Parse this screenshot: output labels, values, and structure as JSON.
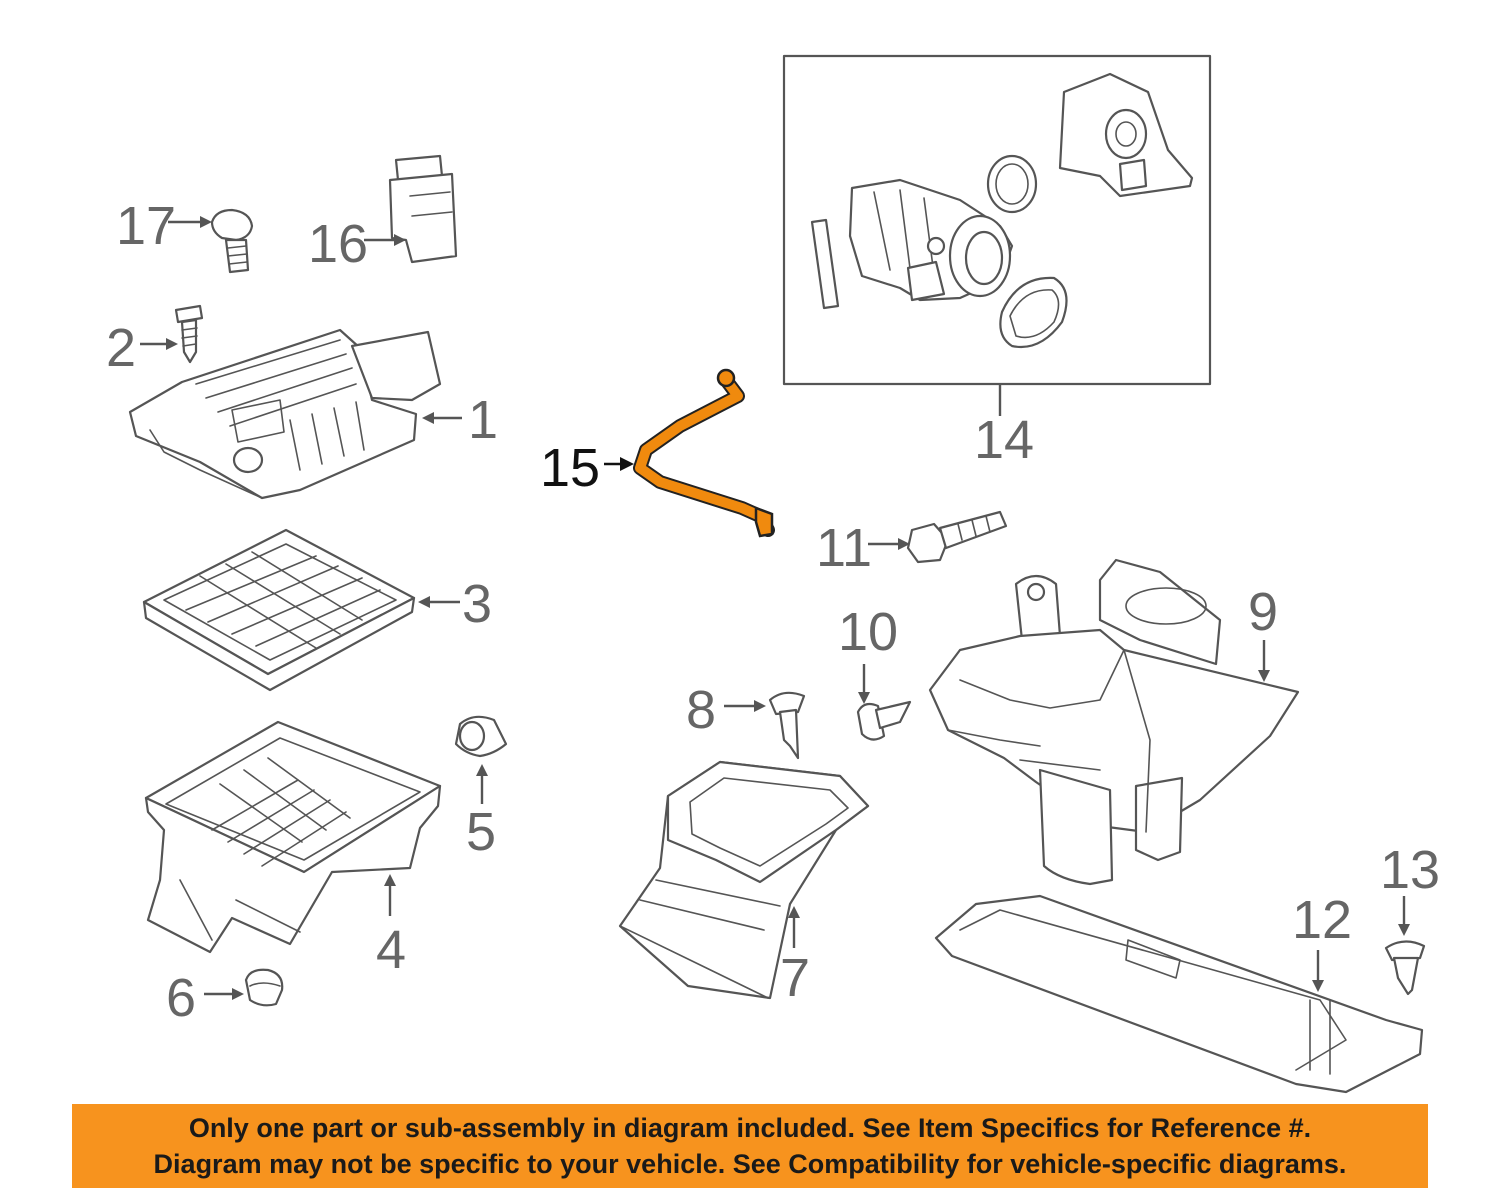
{
  "callouts": {
    "c1": "1",
    "c2": "2",
    "c3": "3",
    "c4": "4",
    "c5": "5",
    "c6": "6",
    "c7": "7",
    "c8": "8",
    "c9": "9",
    "c10": "10",
    "c11": "11",
    "c12": "12",
    "c13": "13",
    "c14": "14",
    "c15": "15",
    "c16": "16",
    "c17": "17"
  },
  "highlighted_part": "15",
  "colors": {
    "highlight": "#f08a0e",
    "banner": "#f7931e",
    "line": "#555555"
  },
  "banner": {
    "line1": "Only one part or sub-assembly in diagram included. See Item Specifics for Reference #.",
    "line2": "Diagram may not be specific to your vehicle. See Compatibility for vehicle-specific diagrams."
  }
}
